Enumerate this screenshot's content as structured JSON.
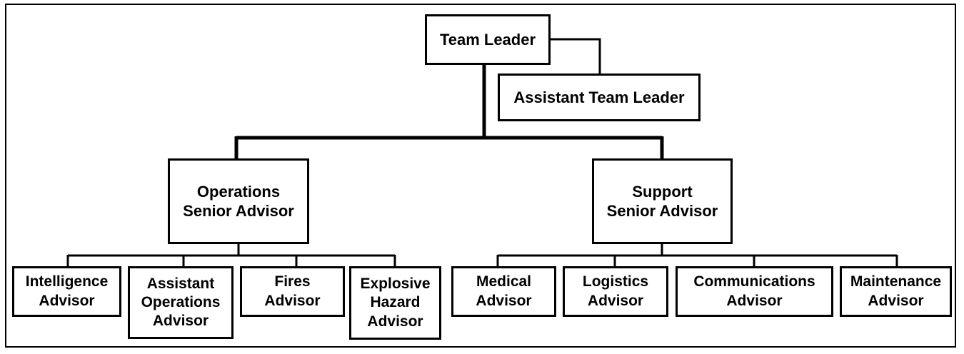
{
  "chart": {
    "line_color": "#000000",
    "team_leader": "Team Leader",
    "assistant_team_leader": "Assistant Team Leader",
    "operations_senior_advisor": "Operations\nSenior Advisor",
    "support_senior_advisor": "Support\nSenior Advisor",
    "operations_advisors": [
      "Intelligence\nAdvisor",
      "Assistant\nOperations\nAdvisor",
      "Fires\nAdvisor",
      "Explosive\nHazard\nAdvisor"
    ],
    "support_advisors": [
      "Medical\nAdvisor",
      "Logistics\nAdvisor",
      "Communications\nAdvisor",
      "Maintenance\nAdvisor"
    ]
  }
}
